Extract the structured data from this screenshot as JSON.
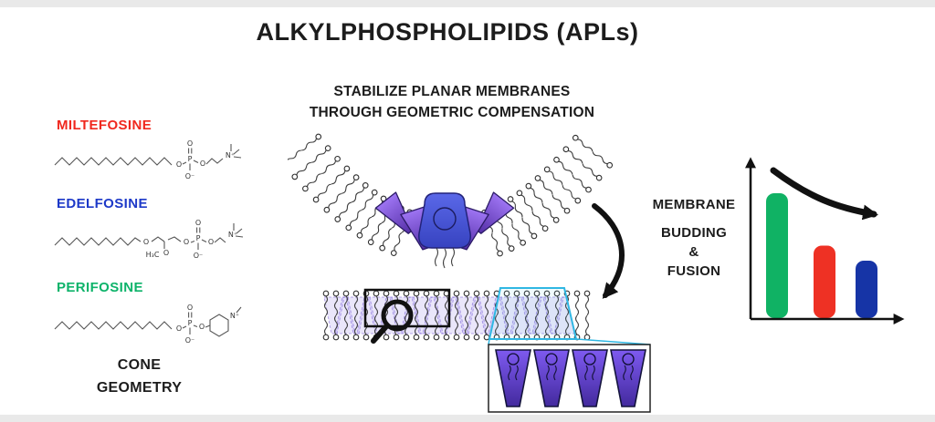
{
  "title": "ALKYLPHOSPHOLIPIDS (APLs)",
  "center_heading": {
    "line1": "STABILIZE PLANAR MEMBRANES",
    "line2": "THROUGH GEOMETRIC COMPENSATION"
  },
  "drugs": [
    {
      "name": "MILTEFOSINE",
      "color": "#f0281e",
      "atoms": {
        "o1": "O",
        "p": "P",
        "o_top": "O",
        "o_minus": "O⁻",
        "o2": "O",
        "n": "N⁺"
      }
    },
    {
      "name": "EDELFOSINE",
      "color": "#1d39c8",
      "atoms": {
        "o_chain": "O",
        "h3c": "H₃C",
        "o_branch": "O",
        "o1": "O",
        "p": "P",
        "o_top": "O",
        "o_minus": "O⁻",
        "o2": "O",
        "n": "N⁺"
      }
    },
    {
      "name": "PERIFOSINE",
      "color": "#0db36a",
      "atoms": {
        "o1": "O",
        "p": "P",
        "o_top": "O",
        "o_minus": "O⁻",
        "o2": "O",
        "n": "N⁺"
      }
    }
  ],
  "cone_caption": {
    "line1": "CONE",
    "line2": "GEOMETRY"
  },
  "membrane_label": {
    "line1": "MEMBRANE",
    "line2": "BUDDING",
    "line3": "&",
    "line4": "FUSION"
  },
  "palette": {
    "cone_purple": "#6b3fd0",
    "protein_blue": "#4550d4",
    "highlight_cyan": "#2fb7e3"
  },
  "chart_data": {
    "type": "bar",
    "categories": [
      "",
      "",
      ""
    ],
    "values": [
      100,
      58,
      46
    ],
    "colors": [
      "#10b264",
      "#ee3124",
      "#1634a6"
    ],
    "title": "MEMBRANE BUDDING & FUSION",
    "xlabel": "",
    "ylabel": "",
    "ylim": [
      0,
      100
    ],
    "grid": false,
    "legend": false,
    "annotation": "thick black downward trend arrow over bars",
    "note": "schematic bars with unlabeled axes; values are relative heights"
  }
}
